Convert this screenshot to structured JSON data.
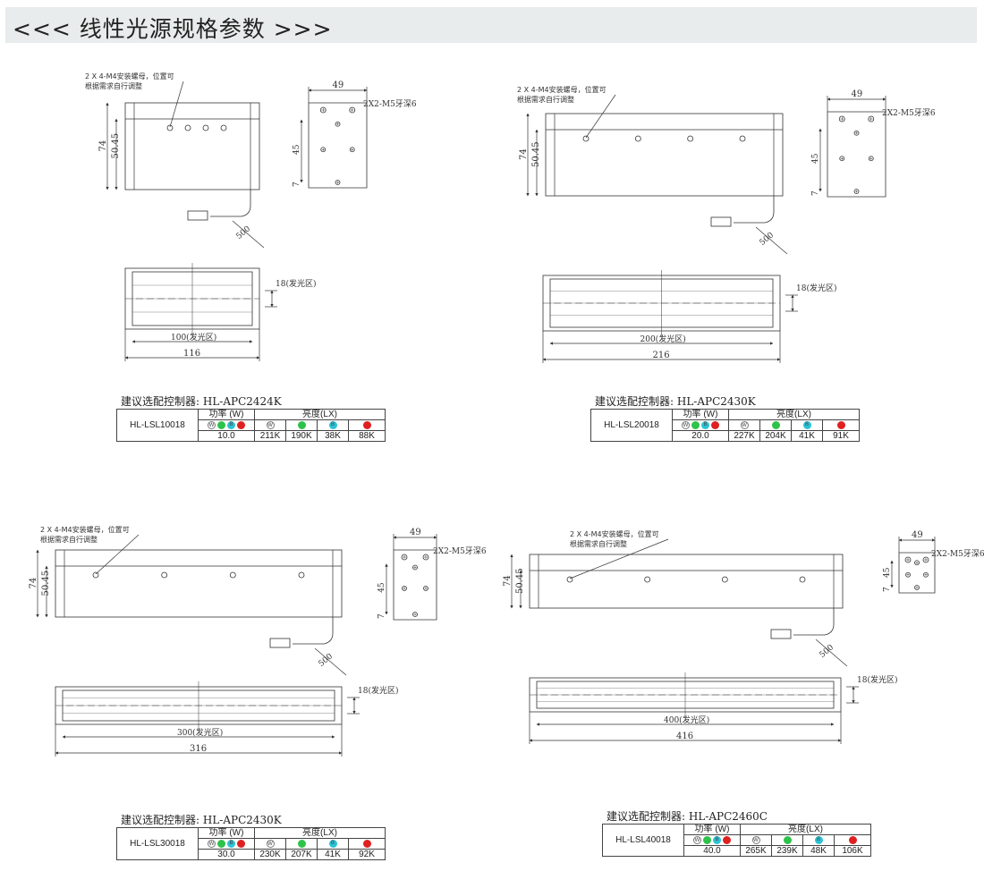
{
  "header": {
    "title": "<<<  线性光源规格参数  >>>"
  },
  "colors": {
    "banner_bg": "#e9ecec",
    "white_led": "#ffffff",
    "green_led": "#2ec24a",
    "blue_led": "#2bc3d6",
    "red_led": "#e02020"
  },
  "table_labels": {
    "power": "功率 (W)",
    "brightness": "亮度(LX)",
    "white_glyph": "W",
    "blue_glyph": "B"
  },
  "products": [
    {
      "model": "HL-LSL10018",
      "controller": "建议选配控制器: HL-APC2424K",
      "power": "10.0",
      "lux": [
        "211K",
        "190K",
        "38K",
        "88K"
      ],
      "note_line1": "2 X 4-M4安装螺母，位置可",
      "note_line2": "根据需求自行调整",
      "dim_height": "74",
      "dim_inner_height": "50.45",
      "dim_width": "49",
      "dim_hole": "2X2-M5牙深6",
      "dim_45": "45",
      "dim_7": "7",
      "dim_cable": "500",
      "dim_emit": "18(发光区)",
      "dim_light_len": "100(发光区)",
      "dim_total_len": "116"
    },
    {
      "model": "HL-LSL20018",
      "controller": "建议选配控制器: HL-APC2430K",
      "power": "20.0",
      "lux": [
        "227K",
        "204K",
        "41K",
        "91K"
      ],
      "note_line1": "2 X 4-M4安装螺母，位置可",
      "note_line2": "根据需求自行调整",
      "dim_height": "74",
      "dim_inner_height": "50.45",
      "dim_width": "49",
      "dim_hole": "2X2-M5牙深6",
      "dim_45": "45",
      "dim_7": "7",
      "dim_cable": "500",
      "dim_emit": "18(发光区)",
      "dim_light_len": "200(发光区)",
      "dim_total_len": "216"
    },
    {
      "model": "HL-LSL30018",
      "controller": "建议选配控制器: HL-APC2430K",
      "power": "30.0",
      "lux": [
        "230K",
        "207K",
        "41K",
        "92K"
      ],
      "note_line1": "2 X 4-M4安装螺母，位置可",
      "note_line2": "根据需求自行调整",
      "dim_height": "74",
      "dim_inner_height": "50.45",
      "dim_width": "49",
      "dim_hole": "2X2-M5牙深6",
      "dim_45": "45",
      "dim_7": "7",
      "dim_cable": "500",
      "dim_emit": "18(发光区)",
      "dim_light_len": "300(发光区)",
      "dim_total_len": "316"
    },
    {
      "model": "HL-LSL40018",
      "controller": "建议选配控制器: HL-APC2460C",
      "power": "40.0",
      "lux": [
        "265K",
        "239K",
        "48K",
        "106K"
      ],
      "note_line1": "2 X 4-M4安装螺母，位置可",
      "note_line2": "根据需求自行调整",
      "dim_height": "74",
      "dim_inner_height": "50.45",
      "dim_width": "49",
      "dim_hole": "2X2-M5牙深6",
      "dim_45": "45",
      "dim_7": "7",
      "dim_cable": "500",
      "dim_emit": "18(发光区)",
      "dim_light_len": "400(发光区)",
      "dim_total_len": "416"
    }
  ]
}
